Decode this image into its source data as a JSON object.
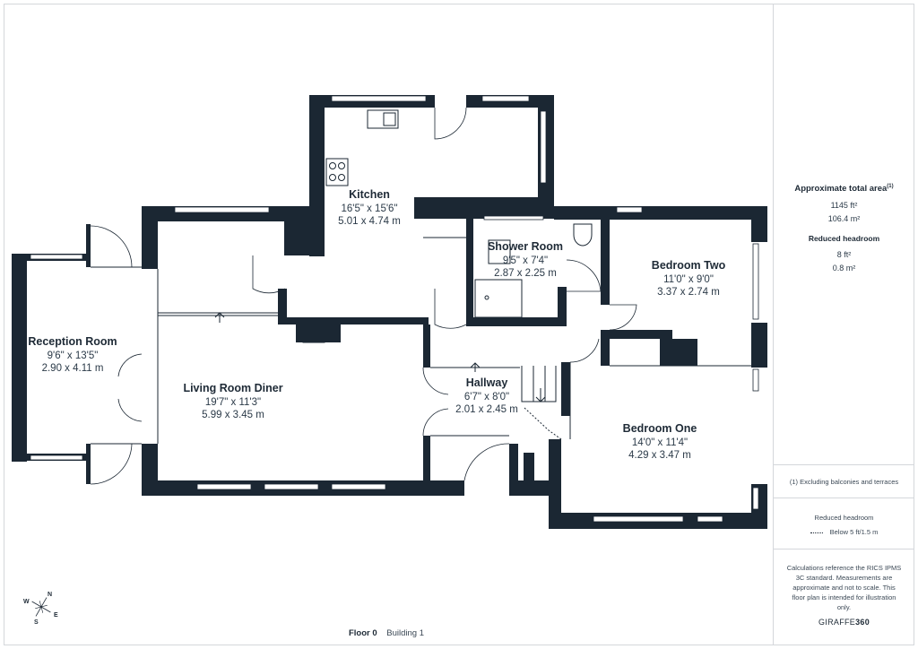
{
  "rooms": [
    {
      "id": "kitchen",
      "name": "Kitchen",
      "imperial": "16'5\" x 15'6\"",
      "metric": "5.01 x 4.74 m"
    },
    {
      "id": "shower",
      "name": "Shower Room",
      "imperial": "9'5\" x 7'4\"",
      "metric": "2.87 x 2.25 m"
    },
    {
      "id": "bed2",
      "name": "Bedroom Two",
      "imperial": "11'0\" x 9'0\"",
      "metric": "3.37 x 2.74 m"
    },
    {
      "id": "reception",
      "name": "Reception Room",
      "imperial": "9'6\" x 13'5\"",
      "metric": "2.90 x 4.11 m"
    },
    {
      "id": "living",
      "name": "Living Room Diner",
      "imperial": "19'7\" x 11'3\"",
      "metric": "5.99 x 3.45 m"
    },
    {
      "id": "hallway",
      "name": "Hallway",
      "imperial": "6'7\" x 8'0\"",
      "metric": "2.01 x 2.45 m"
    },
    {
      "id": "bed1",
      "name": "Bedroom One",
      "imperial": "14'0\" x 11'4\"",
      "metric": "4.29 x 3.47 m"
    }
  ],
  "compass": {
    "n": "N",
    "s": "S",
    "e": "E",
    "w": "W"
  },
  "sidebar": {
    "total_title": "Approximate total area",
    "total_sup": "(1)",
    "total_ft": "1145 ft²",
    "total_m": "106.4 m²",
    "reduced_title": "Reduced headroom",
    "reduced_ft": "8 ft²",
    "reduced_m": "0.8 m²",
    "note_excluding": "(1) Excluding balconies and terraces",
    "legend_title": "Reduced headroom",
    "legend_text": "Below 5 ft/1.5 m",
    "disclaimer": "Calculations reference the RICS IPMS 3C standard. Measurements are approximate and not to scale. This floor plan is intended for illustration only.",
    "brand_a": "GIRAFFE",
    "brand_b": "360"
  },
  "footer": {
    "floor": "Floor 0",
    "building": "Building 1"
  },
  "colors": {
    "wall": "#1b2733",
    "text": "#1e2a36",
    "border": "#d4d7db"
  }
}
